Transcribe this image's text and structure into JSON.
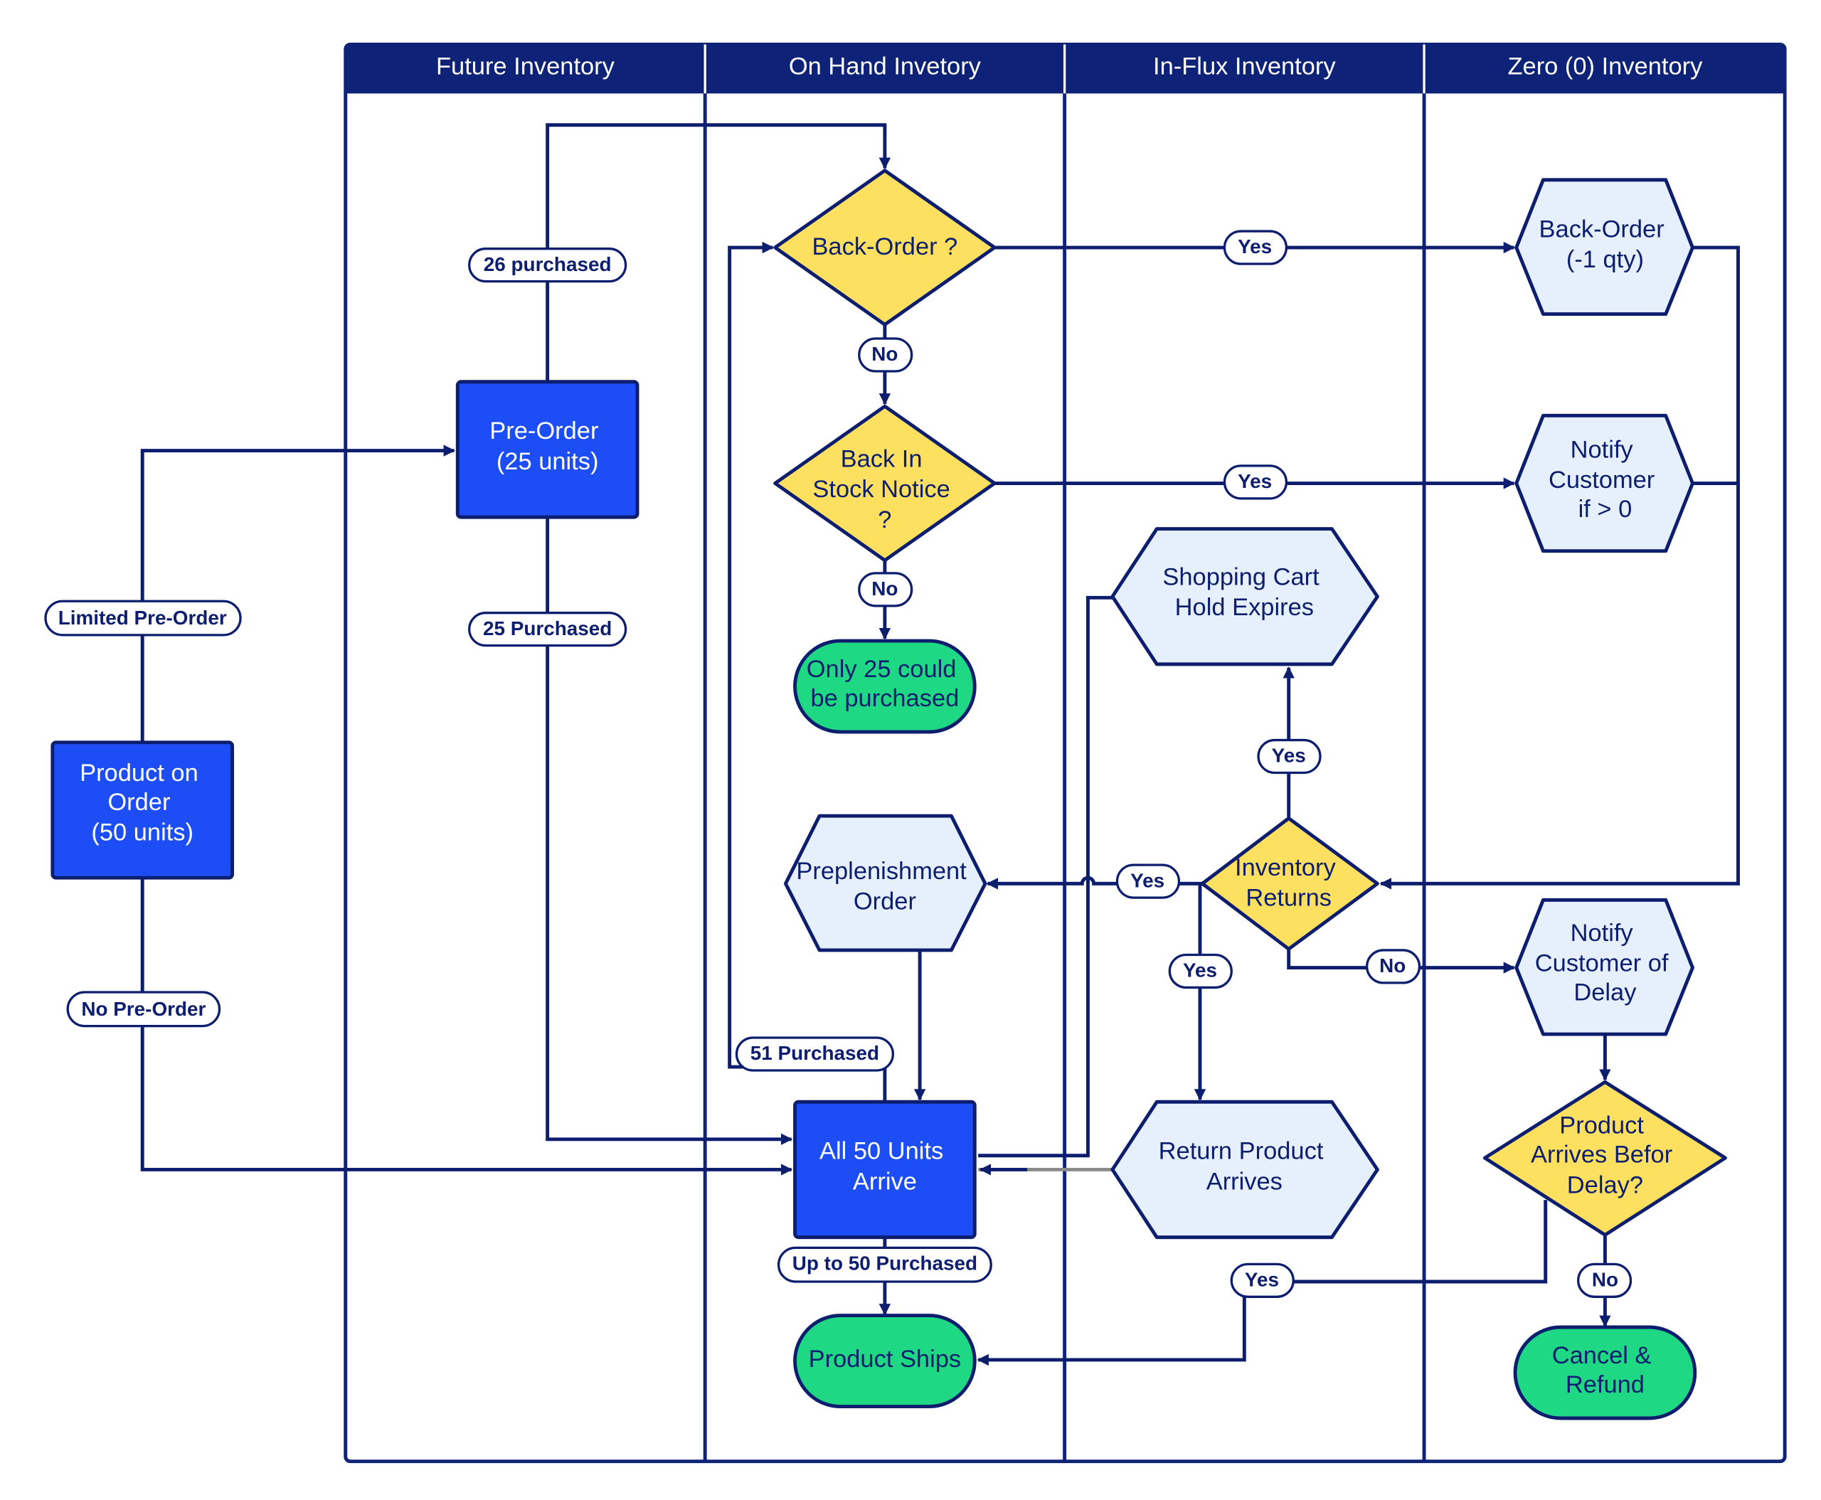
{
  "swimlanes": {
    "future": "Future Inventory",
    "onhand": "On Hand Invetory",
    "influx": "In-Flux Inventory",
    "zero": "Zero (0) Inventory"
  },
  "nodes": {
    "product_on_order": [
      "Product on",
      "Order",
      "(50 units)"
    ],
    "pre_order": [
      "Pre-Order",
      "(25 units)"
    ],
    "back_order_q": [
      "Back-Order ?"
    ],
    "back_in_stock_q": [
      "Back In",
      "Stock Notice",
      "?"
    ],
    "only_25": [
      "Only 25 could",
      "be purchased"
    ],
    "replenishment_order": [
      "Preplenishment",
      "Order"
    ],
    "all_50_arrive": [
      "All 50 Units",
      "Arrive"
    ],
    "product_ships": [
      "Product Ships"
    ],
    "shopping_cart_hold": [
      "Shopping Cart",
      "Hold Expires"
    ],
    "inventory_returns": [
      "Inventory",
      "Returns"
    ],
    "return_product_arrives": [
      "Return Product",
      "Arrives"
    ],
    "back_order_qty": [
      "Back-Order",
      "(-1 qty)"
    ],
    "notify_gt0": [
      "Notify",
      "Customer",
      "if > 0"
    ],
    "notify_delay": [
      "Notify",
      "Customer of",
      "Delay"
    ],
    "arrives_before_delay": [
      "Product",
      "Arrives Befor",
      "Delay?"
    ],
    "cancel_refund": [
      "Cancel &",
      "Refund"
    ]
  },
  "edge_labels": {
    "limited_pre_order": "Limited Pre-Order",
    "no_pre_order": "No Pre-Order",
    "p26": "26 purchased",
    "p25": "25 Purchased",
    "p51": "51 Purchased",
    "up_to_50": "Up to 50 Purchased",
    "yes": "Yes",
    "no": "No"
  },
  "colors": {
    "header": "#0e2377",
    "line": "#0e1e6e",
    "process_blue": "#1d4ef5",
    "decision_yellow": "#fde060",
    "terminal_green": "#1fd883",
    "hexagon_fill": "#e6effc"
  }
}
